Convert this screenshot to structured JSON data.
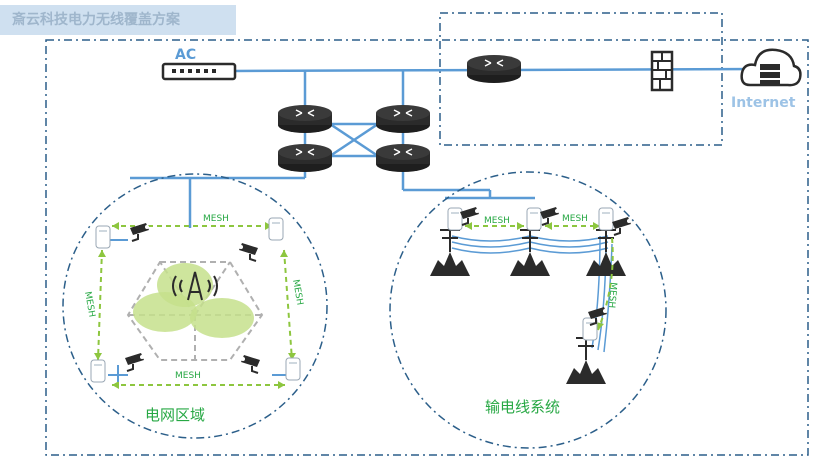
{
  "title": "斎云科技电力无线覆盖方案",
  "labels": {
    "ac": "AC",
    "internet": "Internet",
    "mesh": "MESH",
    "grid_area": "电网区域",
    "transmission": "输电线系统"
  },
  "colors": {
    "line_blue": "#5b9bd5",
    "mesh_green": "#8dc63f",
    "label_green": "#27a844",
    "dash_border": "#2c5f8a",
    "device_dark": "#2b2b2b",
    "coverage_fill": "#c5e08c"
  }
}
